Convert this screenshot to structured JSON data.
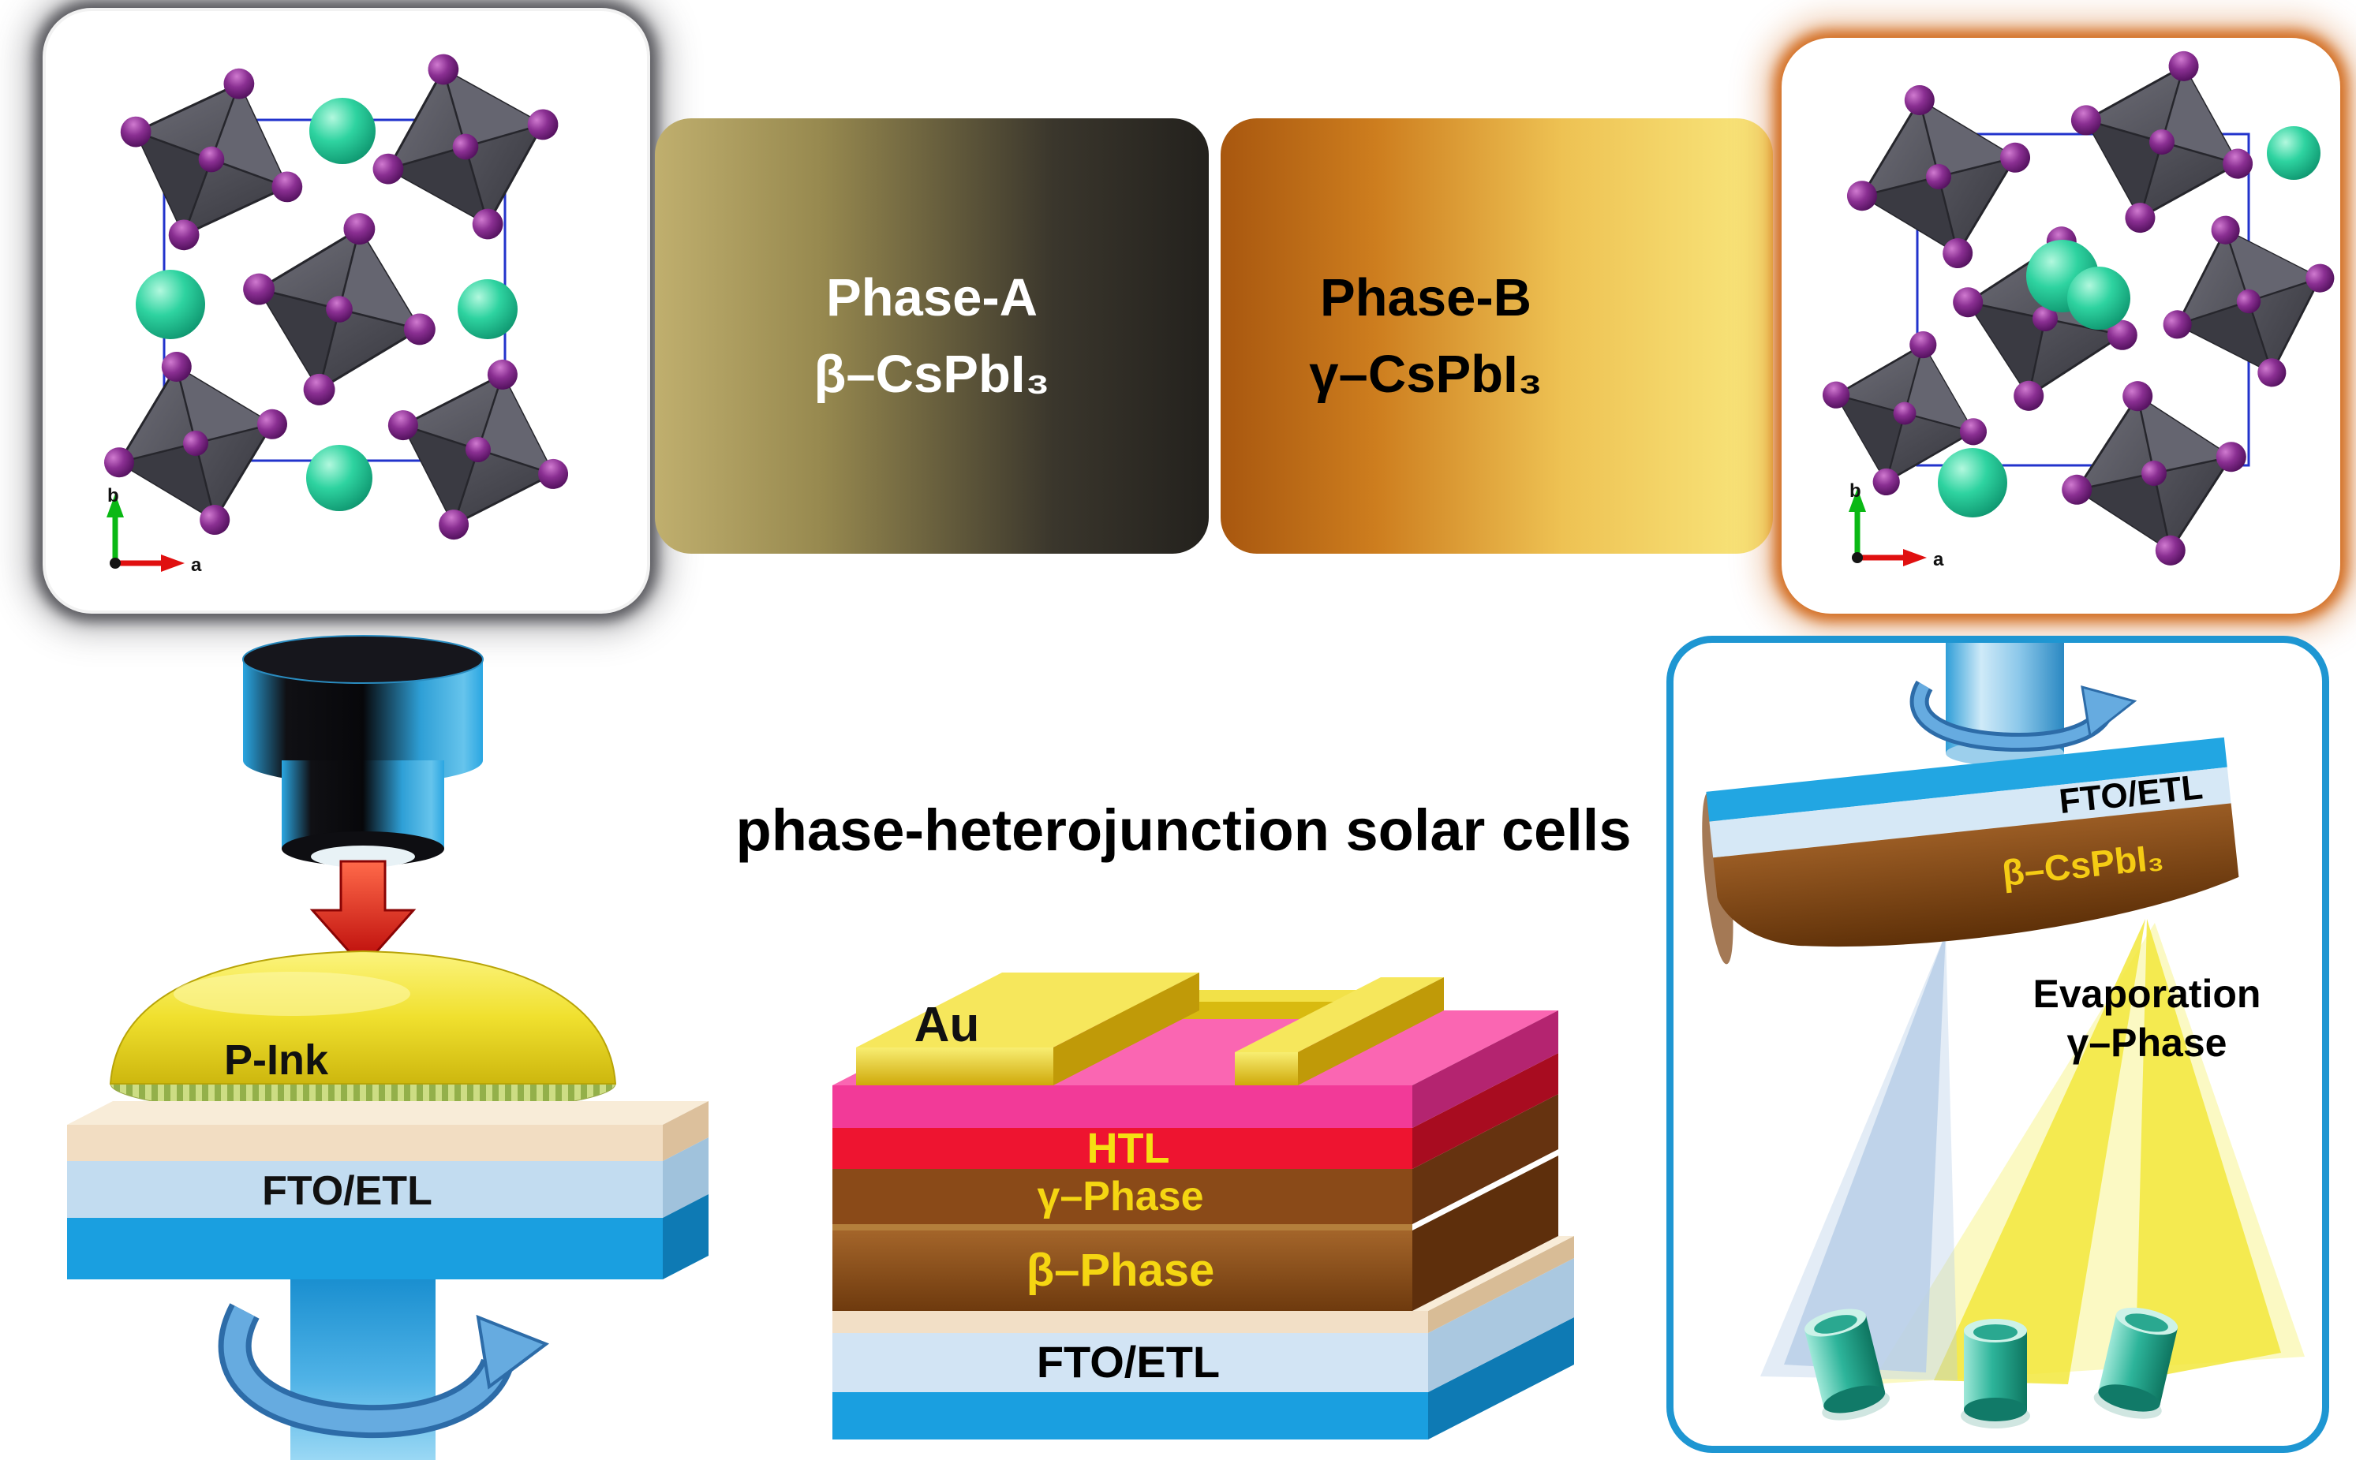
{
  "figure": {
    "main_title": "phase-heterojunction solar cells"
  },
  "phase_a": {
    "title": "Phase-A",
    "formula": "β–CsPbI₃"
  },
  "phase_b": {
    "title": "Phase-B",
    "formula": "γ–CsPbI₃"
  },
  "crystal_left": {
    "axis_a": "a",
    "axis_b": "b"
  },
  "crystal_right": {
    "axis_a": "a",
    "axis_b": "b"
  },
  "spin_coating": {
    "ink_label": "P-Ink",
    "substrate_label": "FTO/ETL"
  },
  "solar_cell": {
    "electrode_label": "Au",
    "htl_label": "HTL",
    "gamma_label": "γ–Phase",
    "beta_label": "β–Phase",
    "substrate_label": "FTO/ETL"
  },
  "evaporation": {
    "substrate_label": "FTO/ETL",
    "film_label": "β–CsPbI₃",
    "process_line1": "Evaporation",
    "process_line2": "γ–Phase"
  },
  "colors": {
    "phase_a_dark": "#23211d",
    "phase_a_light": "#c0af6e",
    "phase_b_orange": "#a8570f",
    "phase_b_yellow": "#f9e87e",
    "accent_blue": "#1a9fe0",
    "htl_red": "#ee1430",
    "pink": "#f23a98",
    "gold": "#e8cf2a",
    "perovskite_brown": "#8a4a18",
    "cs_green": "#2ed3a0",
    "iodine_purple": "#8a2f92"
  }
}
